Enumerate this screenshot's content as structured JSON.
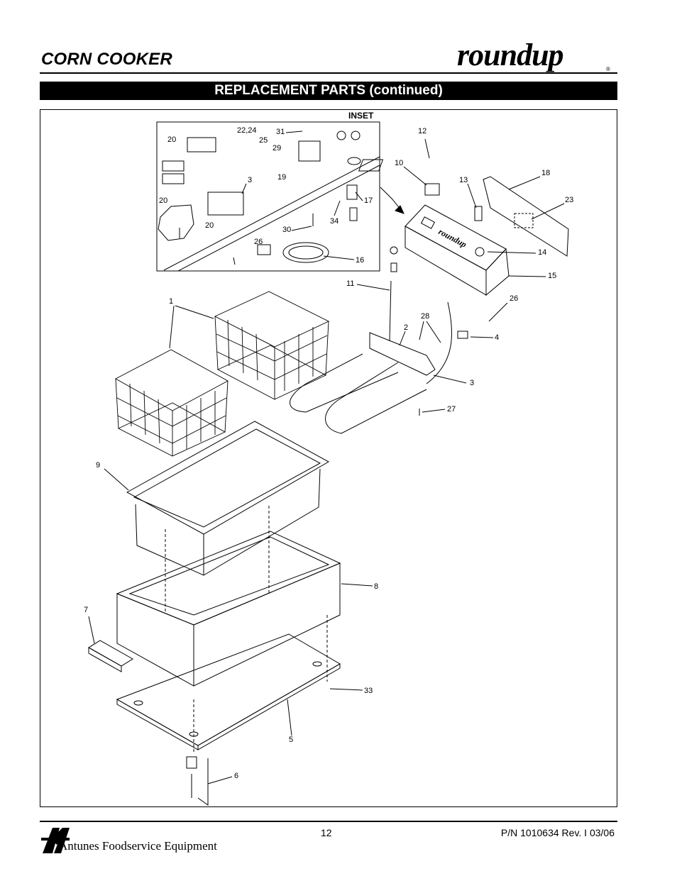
{
  "header": {
    "title": "CORN COOKER",
    "brand_logo_text": "roundup",
    "section_banner": "REPLACEMENT PARTS (continued)"
  },
  "diagram": {
    "inset_label": "INSET",
    "inset_callouts": {
      "c20a": "20",
      "c2224": "22,24",
      "c25": "25",
      "c29": "29",
      "c31": "31",
      "c3": "3",
      "c19": "19",
      "c20b": "20",
      "c20c": "20",
      "c30": "30",
      "c34": "34",
      "c17": "17",
      "c26": "26",
      "c16": "16"
    },
    "main_callouts": {
      "c12": "12",
      "c10": "10",
      "c13": "13",
      "c18": "18",
      "c23": "23",
      "c14": "14",
      "c15": "15",
      "c11": "11",
      "c26": "26",
      "c28": "28",
      "c2": "2",
      "c4": "4",
      "c3": "3",
      "c27": "27",
      "c1": "1",
      "c9": "9",
      "c8": "8",
      "c7": "7",
      "c33": "33",
      "c5": "5",
      "c6": "6"
    },
    "panel_logo_text": "roundup"
  },
  "footer": {
    "company": "Antunes Foodservice Equipment",
    "page_number": "12",
    "part_number": "P/N 1010634 Rev. I 03/06"
  },
  "colors": {
    "ink": "#000000",
    "paper": "#ffffff",
    "shade": "#d9d9d9"
  }
}
